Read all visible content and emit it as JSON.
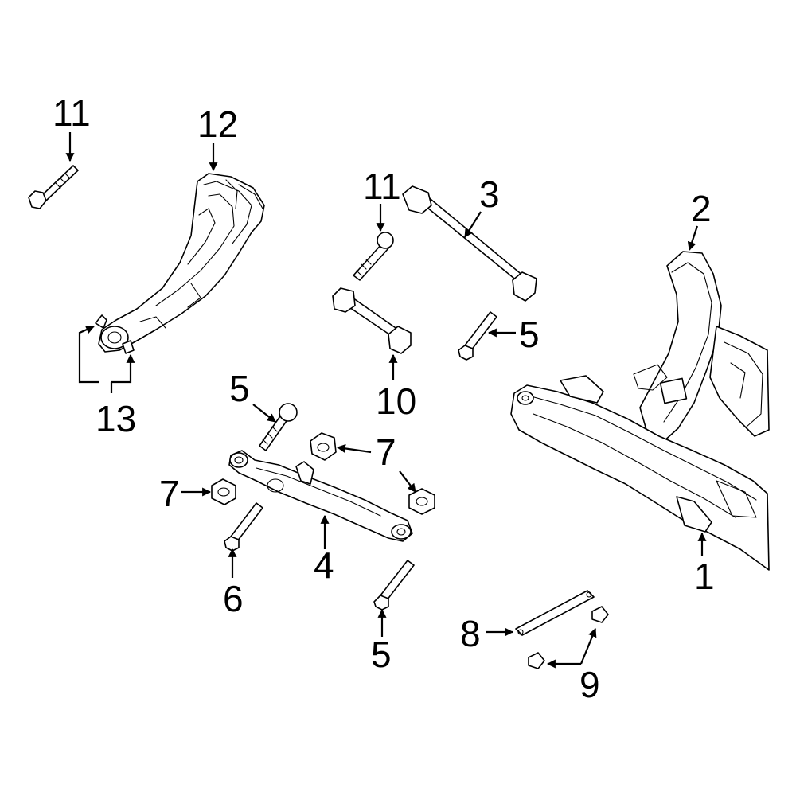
{
  "diagram": {
    "callouts": {
      "c1": "1",
      "c2": "2",
      "c3": "3",
      "c4": "4",
      "c5a": "5",
      "c5b": "5",
      "c5c": "5",
      "c6": "6",
      "c7a": "7",
      "c7b": "7",
      "c8": "8",
      "c9": "9",
      "c10": "10",
      "c11a": "11",
      "c11b": "11",
      "c12": "12",
      "c13": "13"
    },
    "highlight_color": "#2a3dbf"
  }
}
